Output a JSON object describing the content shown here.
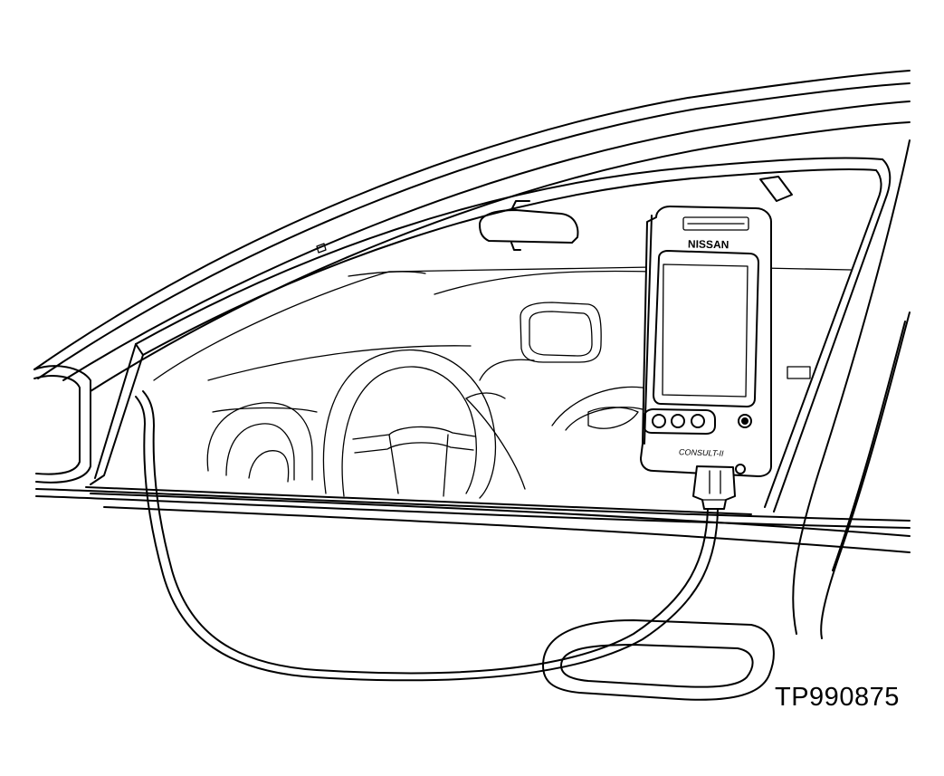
{
  "figure_id": "TP990875",
  "device": {
    "brand": "NISSAN",
    "model": "CONSULT-II"
  },
  "colors": {
    "line": "#000000",
    "background": "#ffffff"
  }
}
